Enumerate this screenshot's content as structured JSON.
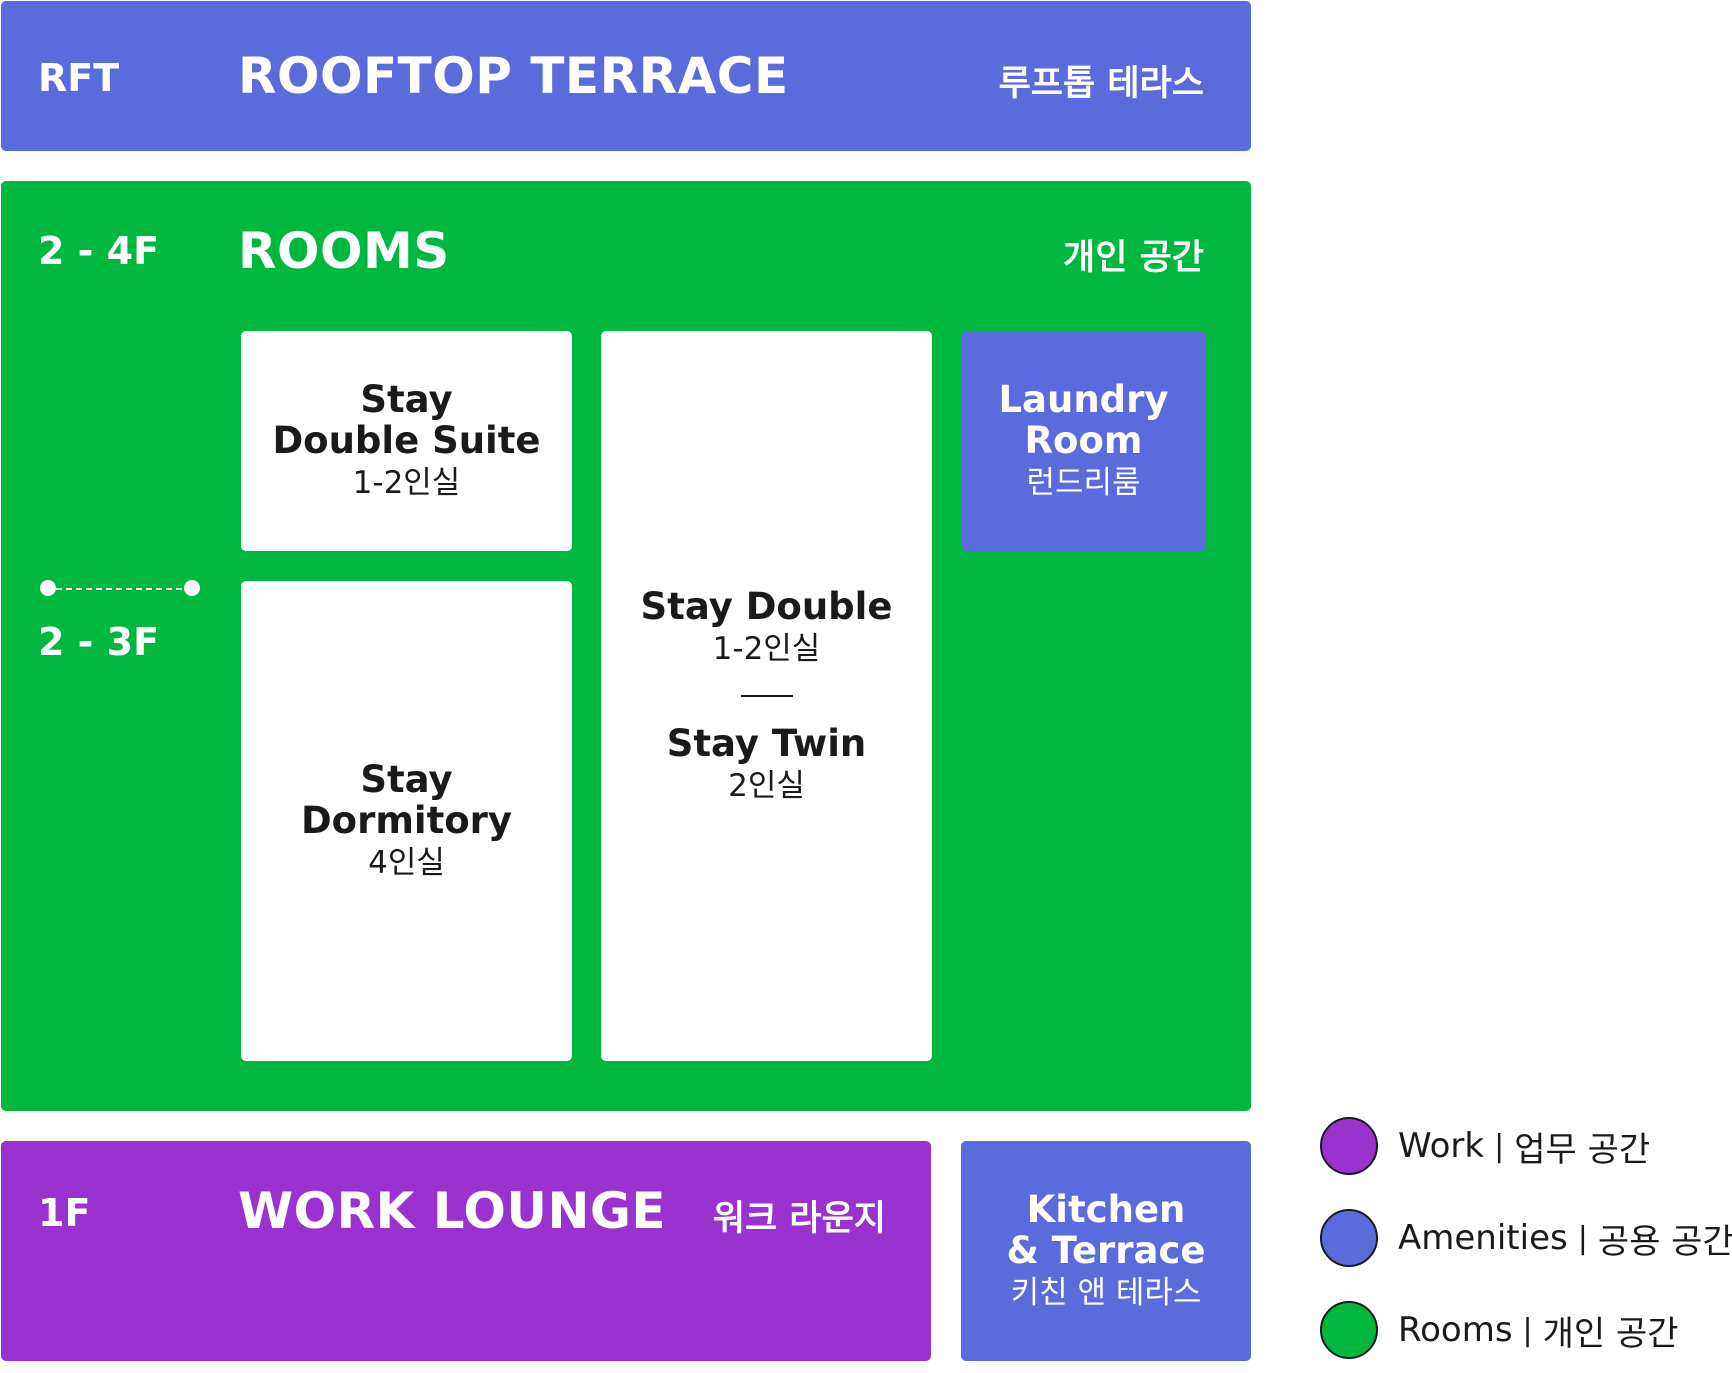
{
  "colors": {
    "amenities": "#5a6bdc",
    "rooms": "#00b740",
    "work": "#9932ce"
  },
  "rooftop": {
    "floor": "RFT",
    "title": "ROOFTOP TERRACE",
    "title_kr": "루프톱 테라스"
  },
  "rooms_section": {
    "floor_top": "2 - 4F",
    "floor_bottom": "2 - 3F",
    "title": "ROOMS",
    "title_kr": "개인 공간"
  },
  "rooms": {
    "double_suite": {
      "name_line1": "Stay",
      "name_line2": "Double Suite",
      "capacity": "1-2인실"
    },
    "dormitory": {
      "name_line1": "Stay",
      "name_line2": "Dormitory",
      "capacity": "4인실"
    },
    "stay_double": {
      "name": "Stay Double",
      "capacity": "1-2인실"
    },
    "stay_twin": {
      "name": "Stay Twin",
      "capacity": "2인실"
    },
    "laundry": {
      "name_line1": "Laundry",
      "name_line2": "Room",
      "name_kr": "런드리룸"
    }
  },
  "work_lounge": {
    "floor": "1F",
    "title": "WORK LOUNGE",
    "title_kr": "워크 라운지"
  },
  "kitchen": {
    "name_line1": "Kitchen",
    "name_line2": "& Terrace",
    "name_kr": "키친 앤 테라스"
  },
  "legend": [
    {
      "label": "Work",
      "label_kr": "업무 공간",
      "separator": "|",
      "color": "#9932ce"
    },
    {
      "label": "Amenities",
      "label_kr": "공용 공간",
      "separator": "|",
      "color": "#5a6bdc"
    },
    {
      "label": "Rooms",
      "label_kr": "개인 공간",
      "separator": "|",
      "color": "#00b740"
    }
  ]
}
